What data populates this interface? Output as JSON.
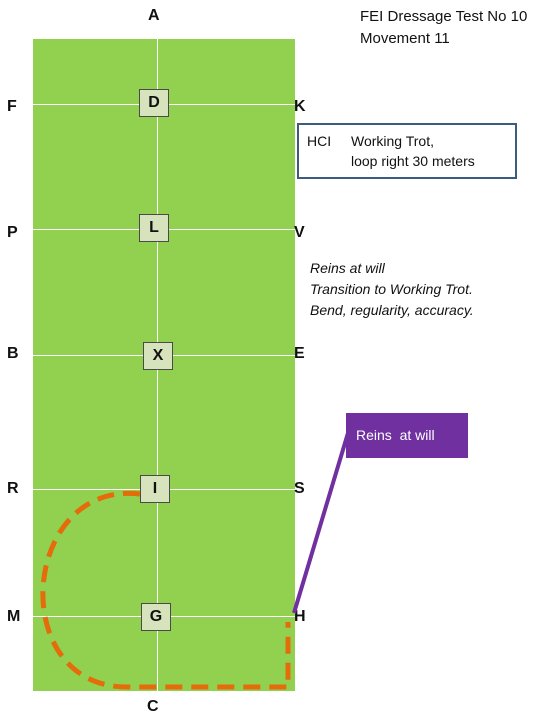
{
  "title": {
    "line1": "FEI Dressage Test No 10",
    "line2": "Movement 11"
  },
  "letters": {
    "top": "A",
    "bottom": "C",
    "left": [
      "F",
      "P",
      "B",
      "R",
      "M"
    ],
    "right": [
      "K",
      "V",
      "E",
      "S",
      "H"
    ]
  },
  "markers": [
    "D",
    "L",
    "X",
    "I",
    "G"
  ],
  "movement": {
    "code": "HCI",
    "line1": "Working Trot,",
    "line2": "loop right 30 meters"
  },
  "notes": [
    "Reins at will",
    "Transition to Working Trot.",
    "Bend, regularity, accuracy."
  ],
  "callout": "Reins  at will",
  "colors": {
    "arena": "#92d050",
    "marker_fill": "#d6e3bc",
    "path": "#e46c0a",
    "callout": "#7030a0",
    "box_border": "#3d5a80"
  }
}
